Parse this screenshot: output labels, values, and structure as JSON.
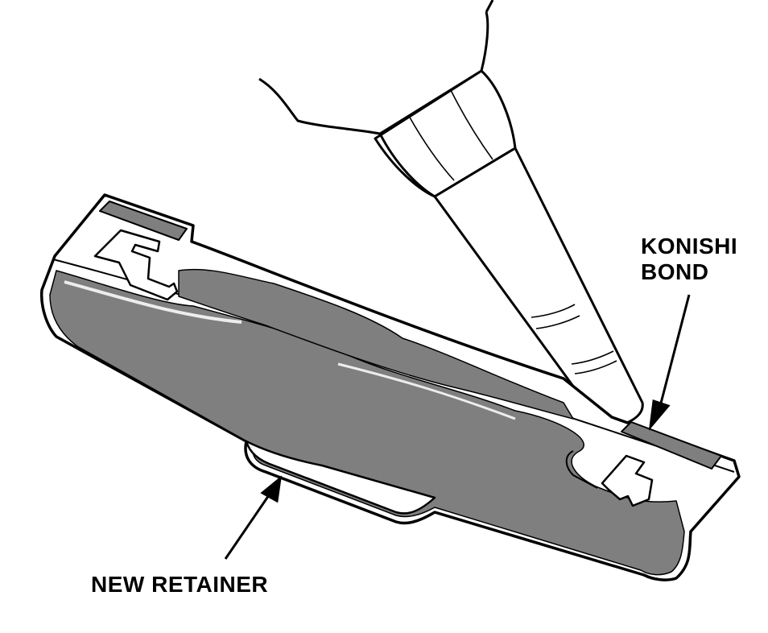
{
  "labels": {
    "adhesive_line1": "KONISHI",
    "adhesive_line2": "BOND",
    "retainer": "NEW RETAINER"
  },
  "colors": {
    "line": "#000000",
    "background": "#ffffff",
    "adhesive": "#7f7f7f",
    "highlight": "#ededed"
  }
}
